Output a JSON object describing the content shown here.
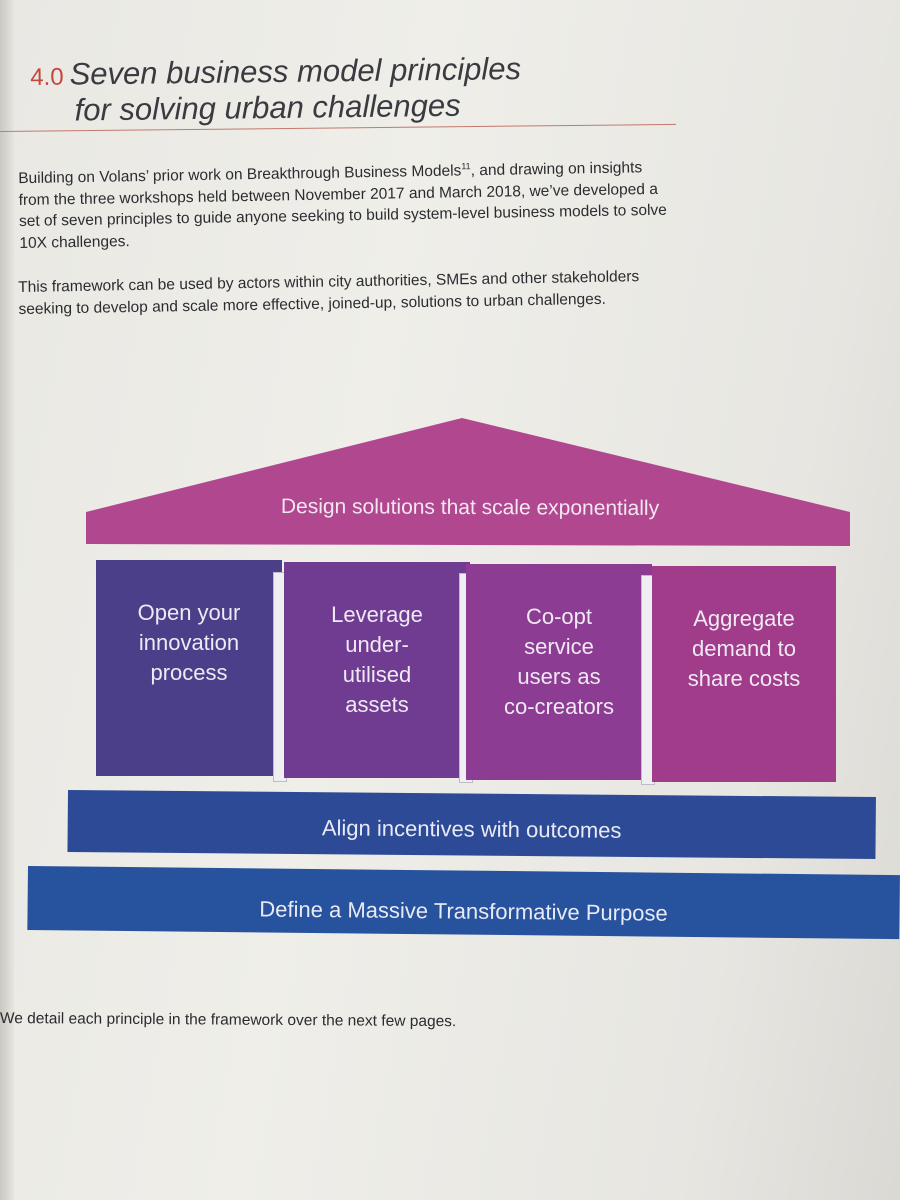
{
  "header": {
    "number": "4.0",
    "title_line1": "Seven business model principles",
    "title_line2": "for solving urban challenges"
  },
  "intro": {
    "paragraph1_part1": "Building on Volans’ prior work on Breakthrough Business Models",
    "paragraph1_footnote": "11",
    "paragraph1_part2": ", and drawing on insights from the three workshops held between November 2017 and March 2018, we’ve developed a set of seven principles to guide anyone seeking to build system-level business models to solve 10X challenges.",
    "paragraph2": "This framework can be used by actors within city authorities, SMEs and other stakeholders seeking to develop and scale more effective, joined-up, solutions to urban challenges."
  },
  "framework": {
    "roof": "Design solutions that scale exponentially",
    "columns": [
      "Open your\ninnovation\nprocess",
      "Leverage\nunder-\nutilised\nassets",
      "Co-opt\nservice\nusers as\nco-creators",
      "Aggregate\ndemand to\nshare costs"
    ],
    "base_upper": "Align incentives with outcomes",
    "base_lower": "Define a Massive Transformative Purpose"
  },
  "colors": {
    "roof": "#b0478f",
    "column_1": "#4b3f8a",
    "column_2": "#6f3c92",
    "column_3": "#8c3d93",
    "column_4": "#a03c8a",
    "base": "#2c4a96",
    "heading_number": "#c4463c"
  },
  "footer": {
    "note": "We detail each principle in the framework over the next few pages."
  }
}
